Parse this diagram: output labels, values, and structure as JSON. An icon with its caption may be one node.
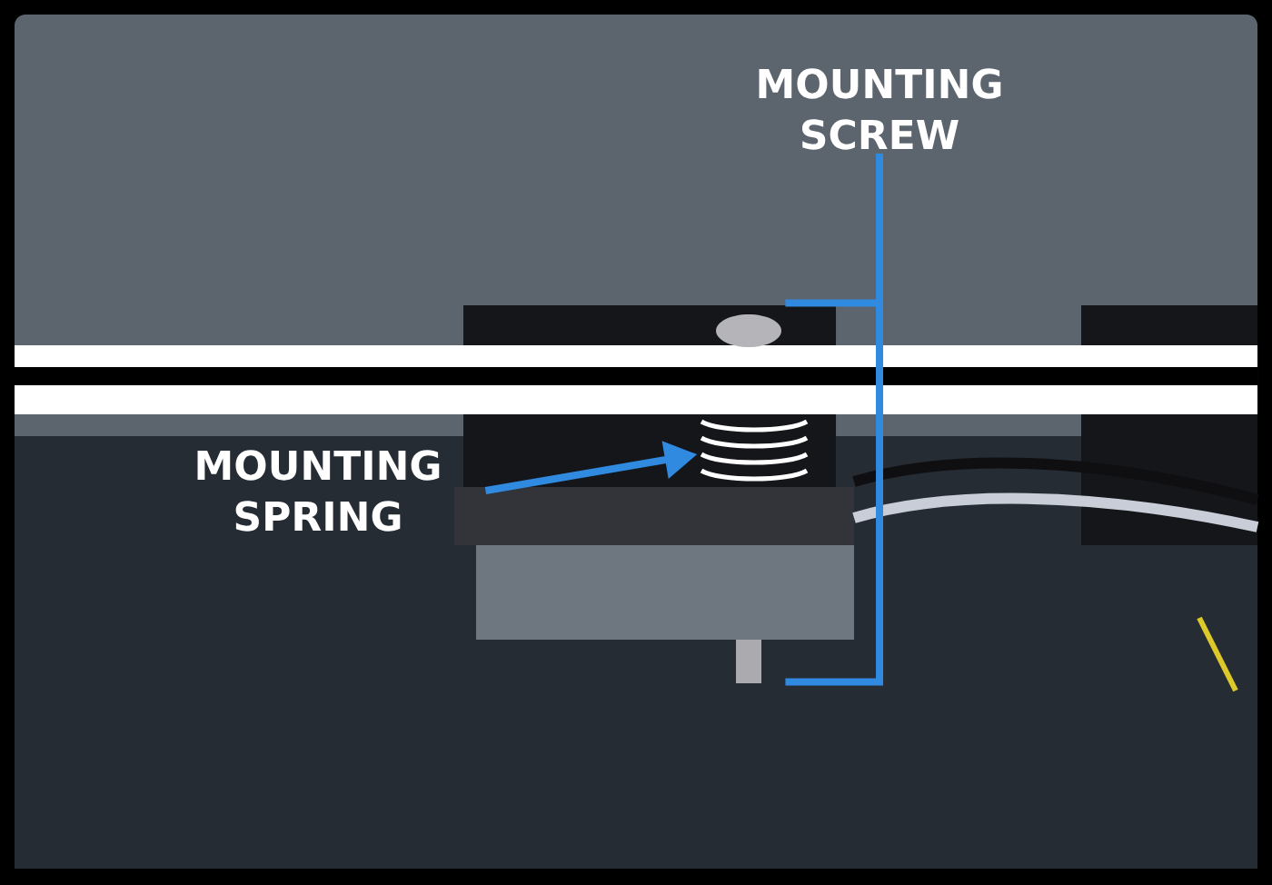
{
  "diagram": {
    "nodes": [
      {
        "text": [
          "MOUNTING SCREW"
        ]
      },
      {
        "text": [],
        "shape": "picture"
      },
      {
        "text": [
          "MOUNTING SPRING"
        ]
      },
      {
        "text": [],
        "shape": "picture"
      }
    ],
    "edges": [
      {
        "from": 0,
        "to": 1,
        "arrow": "none"
      },
      {
        "from": 2,
        "to": 3,
        "arrow": "to"
      }
    ]
  }
}
